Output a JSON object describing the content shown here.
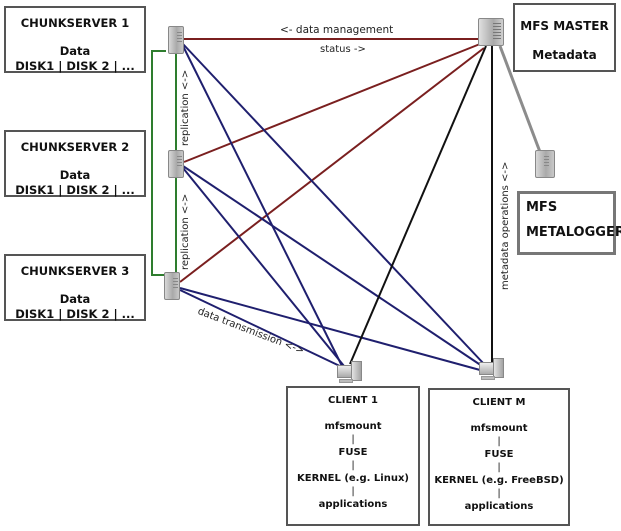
{
  "chunkservers": [
    {
      "title": "CHUNKSERVER 1",
      "data": "Data",
      "disks": "DISK1 | DISK 2 | ..."
    },
    {
      "title": "CHUNKSERVER 2",
      "data": "Data",
      "disks": "DISK1 | DISK 2 | ..."
    },
    {
      "title": "CHUNKSERVER 3",
      "data": "Data",
      "disks": "DISK1 | DISK 2 | ..."
    }
  ],
  "master": {
    "title": "MFS MASTER",
    "subtitle": "Metadata"
  },
  "metalogger": {
    "line1": "MFS",
    "line2": "METALOGGER"
  },
  "clients": [
    {
      "title": "CLIENT 1",
      "items": [
        "mfsmount",
        "FUSE",
        "KERNEL (e.g. Linux)",
        "applications"
      ]
    },
    {
      "title": "CLIENT M",
      "items": [
        "mfsmount",
        "FUSE",
        "KERNEL (e.g. FreeBSD)",
        "applications"
      ]
    }
  ],
  "labels": {
    "data_management": "<- data management",
    "status": "status ->",
    "replication_1": "replication <->",
    "replication_2": "replication <->",
    "metadata_operations": "metadata operations <->",
    "data_transmission": "data transmission <->",
    "separator": "|"
  },
  "colors": {
    "management_line": "#7a1f1f",
    "data_line": "#1f1f6e",
    "replication_line": "#2e7d2e",
    "metadata_line": "#111111",
    "metalogger_line": "#8c8c8c",
    "box_border": "#555555"
  }
}
